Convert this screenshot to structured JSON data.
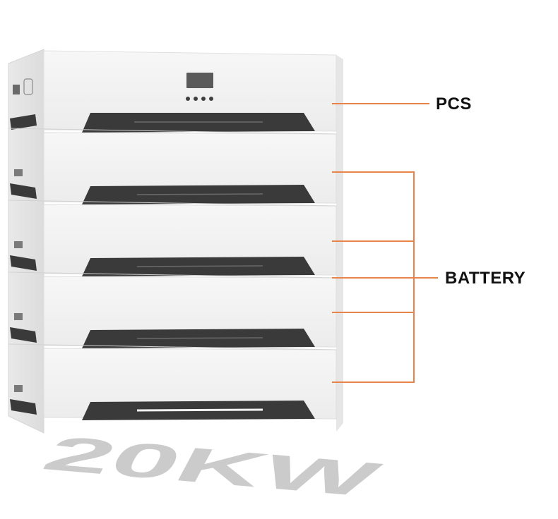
{
  "labels": {
    "pcs": "PCS",
    "battery": "BATTERY"
  },
  "floor_text": "20KW",
  "colors": {
    "leader_line": "#E8834A",
    "label_text": "#111111",
    "cabinet_body": "#F2F2F2",
    "cabinet_side": "#E4E4E4",
    "handle": "#3A3A3A",
    "floor_text": "#C8C8C8"
  },
  "modules": {
    "pcs_count": 1,
    "battery_count": 4
  },
  "pcs_panel": {
    "icons": [
      "display-screen",
      "control-button",
      "control-button",
      "control-button",
      "control-button"
    ]
  }
}
